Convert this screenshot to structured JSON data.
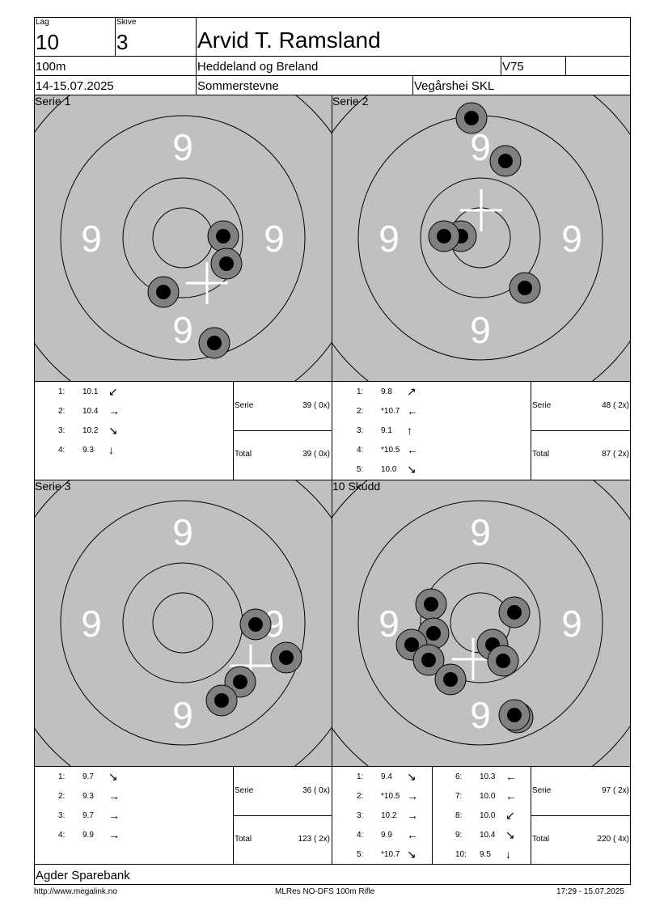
{
  "header": {
    "lag_label": "Lag",
    "lag_value": "10",
    "skive_label": "Skive",
    "skive_value": "3",
    "shooter_name": "Arvid T. Ramsland",
    "distance": "100m",
    "club": "Heddeland og Breland",
    "class": "V75",
    "date": "14-15.07.2025",
    "event": "Sommerstevne",
    "location": "Vegårshei SKL"
  },
  "targets": [
    {
      "title": "Serie 1",
      "ring_numbers": [
        "9",
        "9",
        "9",
        "9"
      ],
      "shots": [
        {
          "n": "1:",
          "value": "10.1",
          "arrow": "↙"
        },
        {
          "n": "2:",
          "value": "10.4",
          "arrow": "→"
        },
        {
          "n": "3:",
          "value": "10.2",
          "arrow": "↘"
        },
        {
          "n": "4:",
          "value": "9.3",
          "arrow": "↓"
        }
      ],
      "serie_label": "Serie",
      "serie_value": "39 ( 0x)",
      "total_label": "Total",
      "total_value": "39 ( 0x)"
    },
    {
      "title": "Serie 2",
      "ring_numbers": [
        "9",
        "9",
        "9",
        "9"
      ],
      "shots": [
        {
          "n": "1:",
          "value": "9.8",
          "arrow": "↗"
        },
        {
          "n": "2:",
          "value": "*10.7",
          "arrow": "←"
        },
        {
          "n": "3:",
          "value": "9.1",
          "arrow": "↑"
        },
        {
          "n": "4:",
          "value": "*10.5",
          "arrow": "←"
        },
        {
          "n": "5:",
          "value": "10.0",
          "arrow": "↘"
        }
      ],
      "serie_label": "Serie",
      "serie_value": "48 ( 2x)",
      "total_label": "Total",
      "total_value": "87 ( 2x)"
    },
    {
      "title": "Serie 3",
      "ring_numbers": [
        "9",
        "9",
        "9",
        "9"
      ],
      "shots": [
        {
          "n": "1:",
          "value": "9.7",
          "arrow": "↘"
        },
        {
          "n": "2:",
          "value": "9.3",
          "arrow": "→"
        },
        {
          "n": "3:",
          "value": "9.7",
          "arrow": "→"
        },
        {
          "n": "4:",
          "value": "9.9",
          "arrow": "→"
        }
      ],
      "serie_label": "Serie",
      "serie_value": "36 ( 0x)",
      "total_label": "Total",
      "total_value": "123 ( 2x)"
    },
    {
      "title": "10 Skudd",
      "ring_numbers": [
        "9",
        "9",
        "9",
        "9"
      ],
      "shots": [
        {
          "n": "1:",
          "value": "9.4",
          "arrow": "↘"
        },
        {
          "n": "2:",
          "value": "*10.5",
          "arrow": "→"
        },
        {
          "n": "3:",
          "value": "10.2",
          "arrow": "→"
        },
        {
          "n": "4:",
          "value": "9.9",
          "arrow": "←"
        },
        {
          "n": "5:",
          "value": "*10.7",
          "arrow": "↘"
        },
        {
          "n": "6:",
          "value": "10.3",
          "arrow": "←"
        },
        {
          "n": "7:",
          "value": "10.0",
          "arrow": "←"
        },
        {
          "n": "8:",
          "value": "10.0",
          "arrow": "↙"
        },
        {
          "n": "9:",
          "value": "10.4",
          "arrow": "↘"
        },
        {
          "n": "10:",
          "value": "9.5",
          "arrow": "↓"
        }
      ],
      "serie_label": "Serie",
      "serie_value": "97 ( 2x)",
      "total_label": "Total",
      "total_value": "220 ( 4x)"
    }
  ],
  "footer": {
    "sponsor": "Agder Sparebank",
    "url": "http://www.megalink.no",
    "program": "MLRes NO-DFS 100m Rifle",
    "timestamp": "17:29 - 15.07.2025"
  }
}
